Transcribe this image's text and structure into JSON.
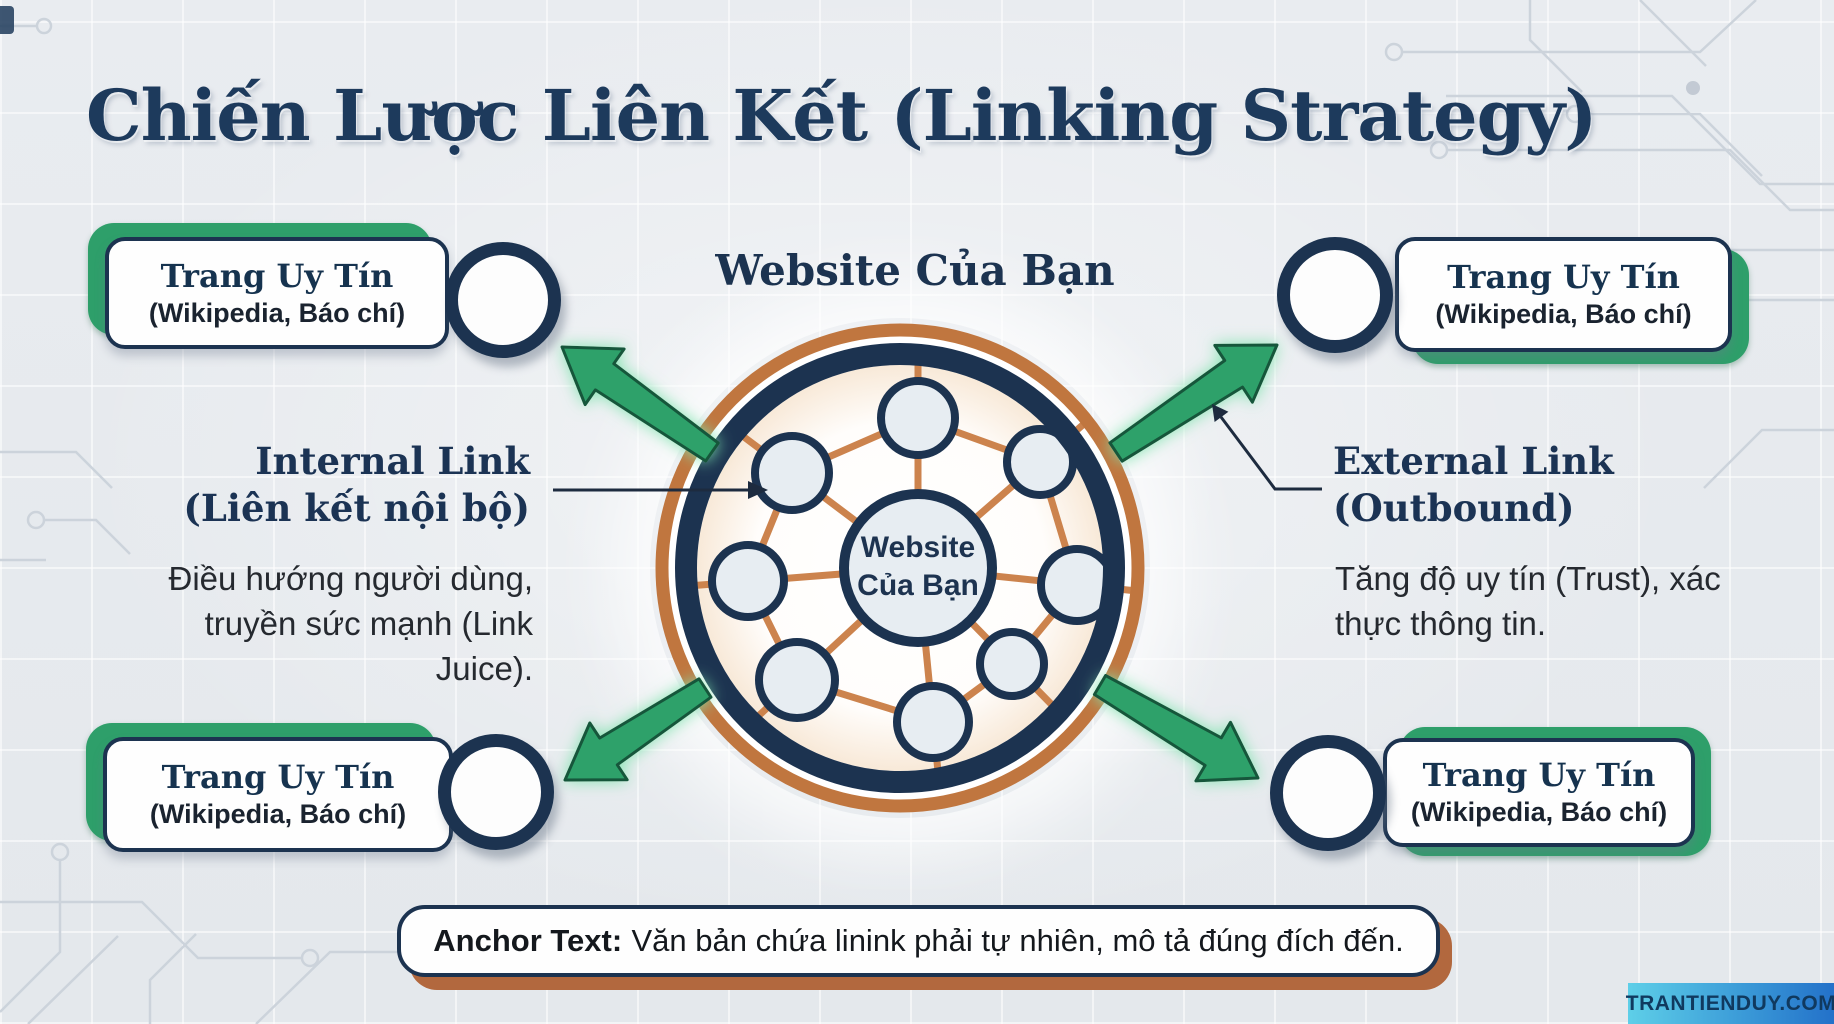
{
  "title": "Chiến Lược Liên Kết (Linking Strategy)",
  "center_diagram": {
    "heading": "Website Của Bạn",
    "core_label_line1": "Website",
    "core_label_line2": "Của Bạn"
  },
  "internal_link": {
    "title": "Internal Link",
    "subtitle": "(Liên kết nội bộ)",
    "description_line1": "Điều hướng người dùng,",
    "description_line2": "truyền sức mạnh (Link Juice)."
  },
  "external_link": {
    "title": "External Link",
    "subtitle": "(Outbound)",
    "description_line1": "Tăng độ uy tín (Trust), xác",
    "description_line2": "thực thông tin."
  },
  "authority_boxes": [
    {
      "position": "top-left",
      "title": "Trang Uy Tín",
      "subtitle": "(Wikipedia, Báo chí)"
    },
    {
      "position": "top-right",
      "title": "Trang Uy Tín",
      "subtitle": "(Wikipedia, Báo chí)"
    },
    {
      "position": "bottom-left",
      "title": "Trang Uy Tín",
      "subtitle": "(Wikipedia, Báo chí)"
    },
    {
      "position": "bottom-right",
      "title": "Trang Uy Tín",
      "subtitle": "(Wikipedia, Báo chí)"
    }
  ],
  "anchor_note": {
    "label": "Anchor Text:",
    "text": "Văn bản chứa linink phải tự nhiên, mô tả đúng đích đến."
  },
  "watermark": "TRANTIENDUY.COM",
  "colors": {
    "background": "#e8ebef",
    "navy": "#1c3350",
    "green_accent": "#2e9f6a",
    "orange_ring": "#c0763f",
    "orange_links": "#cc834d",
    "watermark_gradient_start": "#5ecfe8",
    "watermark_gradient_end": "#2371c9"
  }
}
